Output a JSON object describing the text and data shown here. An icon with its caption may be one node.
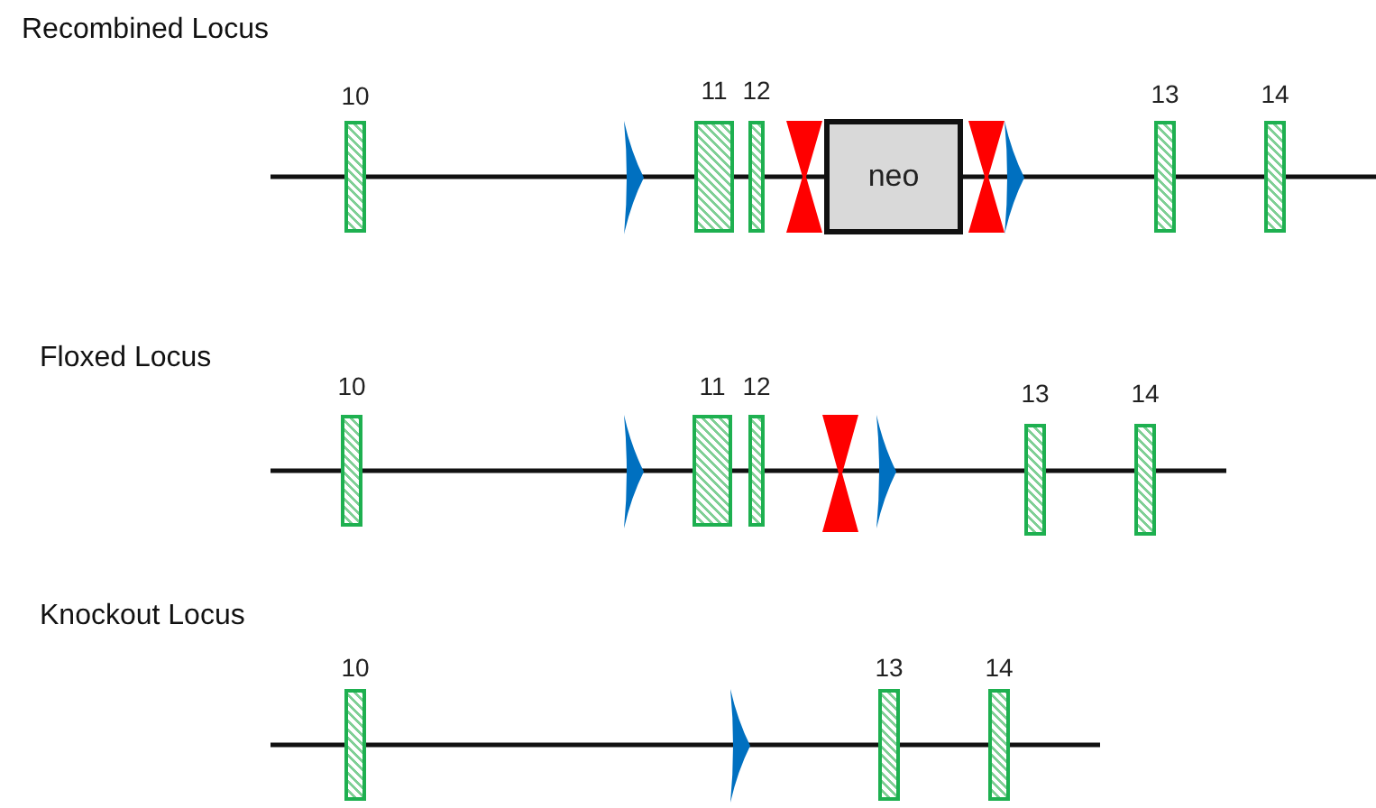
{
  "diagram": {
    "nodes": [
      {
        "text": [
          "10"
        ]
      },
      {
        "text": [
          "11"
        ]
      },
      {
        "text": [
          "12"
        ]
      },
      {
        "text": [
          "neo"
        ]
      },
      {
        "text": [
          "13"
        ]
      },
      {
        "text": [
          "14"
        ]
      },
      {
        "text": [
          "10"
        ]
      },
      {
        "text": [
          "11"
        ]
      },
      {
        "text": [
          "12"
        ]
      },
      {
        "text": [
          "13"
        ]
      },
      {
        "text": [
          "14"
        ]
      },
      {
        "text": [
          "10"
        ]
      },
      {
        "text": [
          "13"
        ]
      },
      {
        "text": [
          "14"
        ]
      }
    ],
    "labels": [
      "Recombined Locus",
      "Floxed Locus",
      "Knockout Locus"
    ]
  }
}
